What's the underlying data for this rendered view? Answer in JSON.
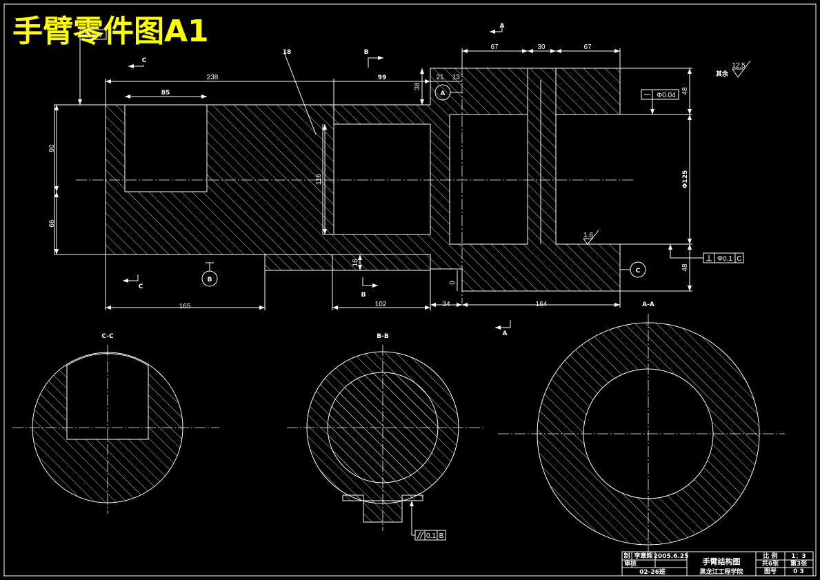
{
  "title": "手臂零件图A1",
  "colors": {
    "background": "#000000",
    "lines": "#ffffff",
    "title": "#ffff00"
  },
  "dimensions": {
    "d238": "238",
    "d85": "85",
    "d99": "99",
    "d38": "38",
    "d21": "21",
    "d13": "13",
    "d67a": "67",
    "d30": "30",
    "d67b": "67",
    "d48a": "48",
    "d48b": "48",
    "d90": "90",
    "d66": "66",
    "d116": "116",
    "d16": "16",
    "d0": "0",
    "d165": "165",
    "d102": "102",
    "d34": "34",
    "d164": "164",
    "d18": "18",
    "dia_bore": "Φ125"
  },
  "tolerances": {
    "top_left": "0.1 A",
    "flatness": "Φ0.04",
    "perpendicularity": "Φ0.1",
    "perp_datum": "C",
    "parallel": "0.1",
    "parallel_datum": "B"
  },
  "datums": {
    "a": "A",
    "b": "B",
    "c": "C"
  },
  "section_markers": {
    "a": "A",
    "b": "B",
    "c": "C"
  },
  "roughness": {
    "rest": "其余",
    "rest_value": "12.5",
    "local_value": "1.6"
  },
  "section_labels": {
    "cc": "C-C",
    "bb": "B-B",
    "aa": "A-A"
  },
  "title_block": {
    "r1c1": "制",
    "r1c2": "李章辉",
    "r1c3": "2005.6.25",
    "r2c1": "审核",
    "name": "手臂结构图",
    "class": "02-26班",
    "school": "黑龙江工程学院",
    "scale_label": "比 例",
    "scale_value": "1：3",
    "sheet_label": "共6张",
    "sheet_value": "第3张",
    "drawing_no_label": "图号",
    "drawing_no_value": "0 3"
  }
}
